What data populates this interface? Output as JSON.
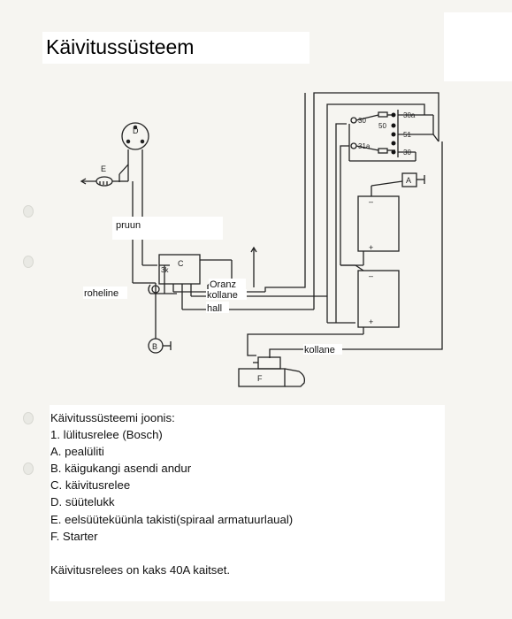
{
  "title": "Käivitussüsteem",
  "diagram": {
    "components": {
      "D": "D",
      "E": "E",
      "B": "B",
      "C": "C",
      "C_pin": "3k",
      "A": "A",
      "F": "F"
    },
    "relay_terminals_left": [
      "30",
      "31a"
    ],
    "relay_terminals_right": [
      "30a",
      "50",
      "51",
      "30"
    ],
    "battery_marks": [
      "–",
      "+",
      "–",
      "+"
    ],
    "wire_labels": {
      "pruun": "pruun",
      "roheline": "roheline",
      "oranz": "Oranz",
      "kollane_1": "kollane",
      "hall": "hall",
      "kollane_2": "kollane"
    }
  },
  "legend": {
    "heading": "Käivitussüsteemi joonis:",
    "items": [
      "1.  lülitusrelee (Bosch)",
      "A.  pealüliti",
      "B.  käigukangi asendi andur",
      "C. käivitusrelee",
      "D. süütelukk",
      "E.  eelsüüteküünla takisti(spiraal armatuurlaual)",
      "F. Starter"
    ],
    "note": "Käivitusrelees on kaks 40A kaitset."
  }
}
